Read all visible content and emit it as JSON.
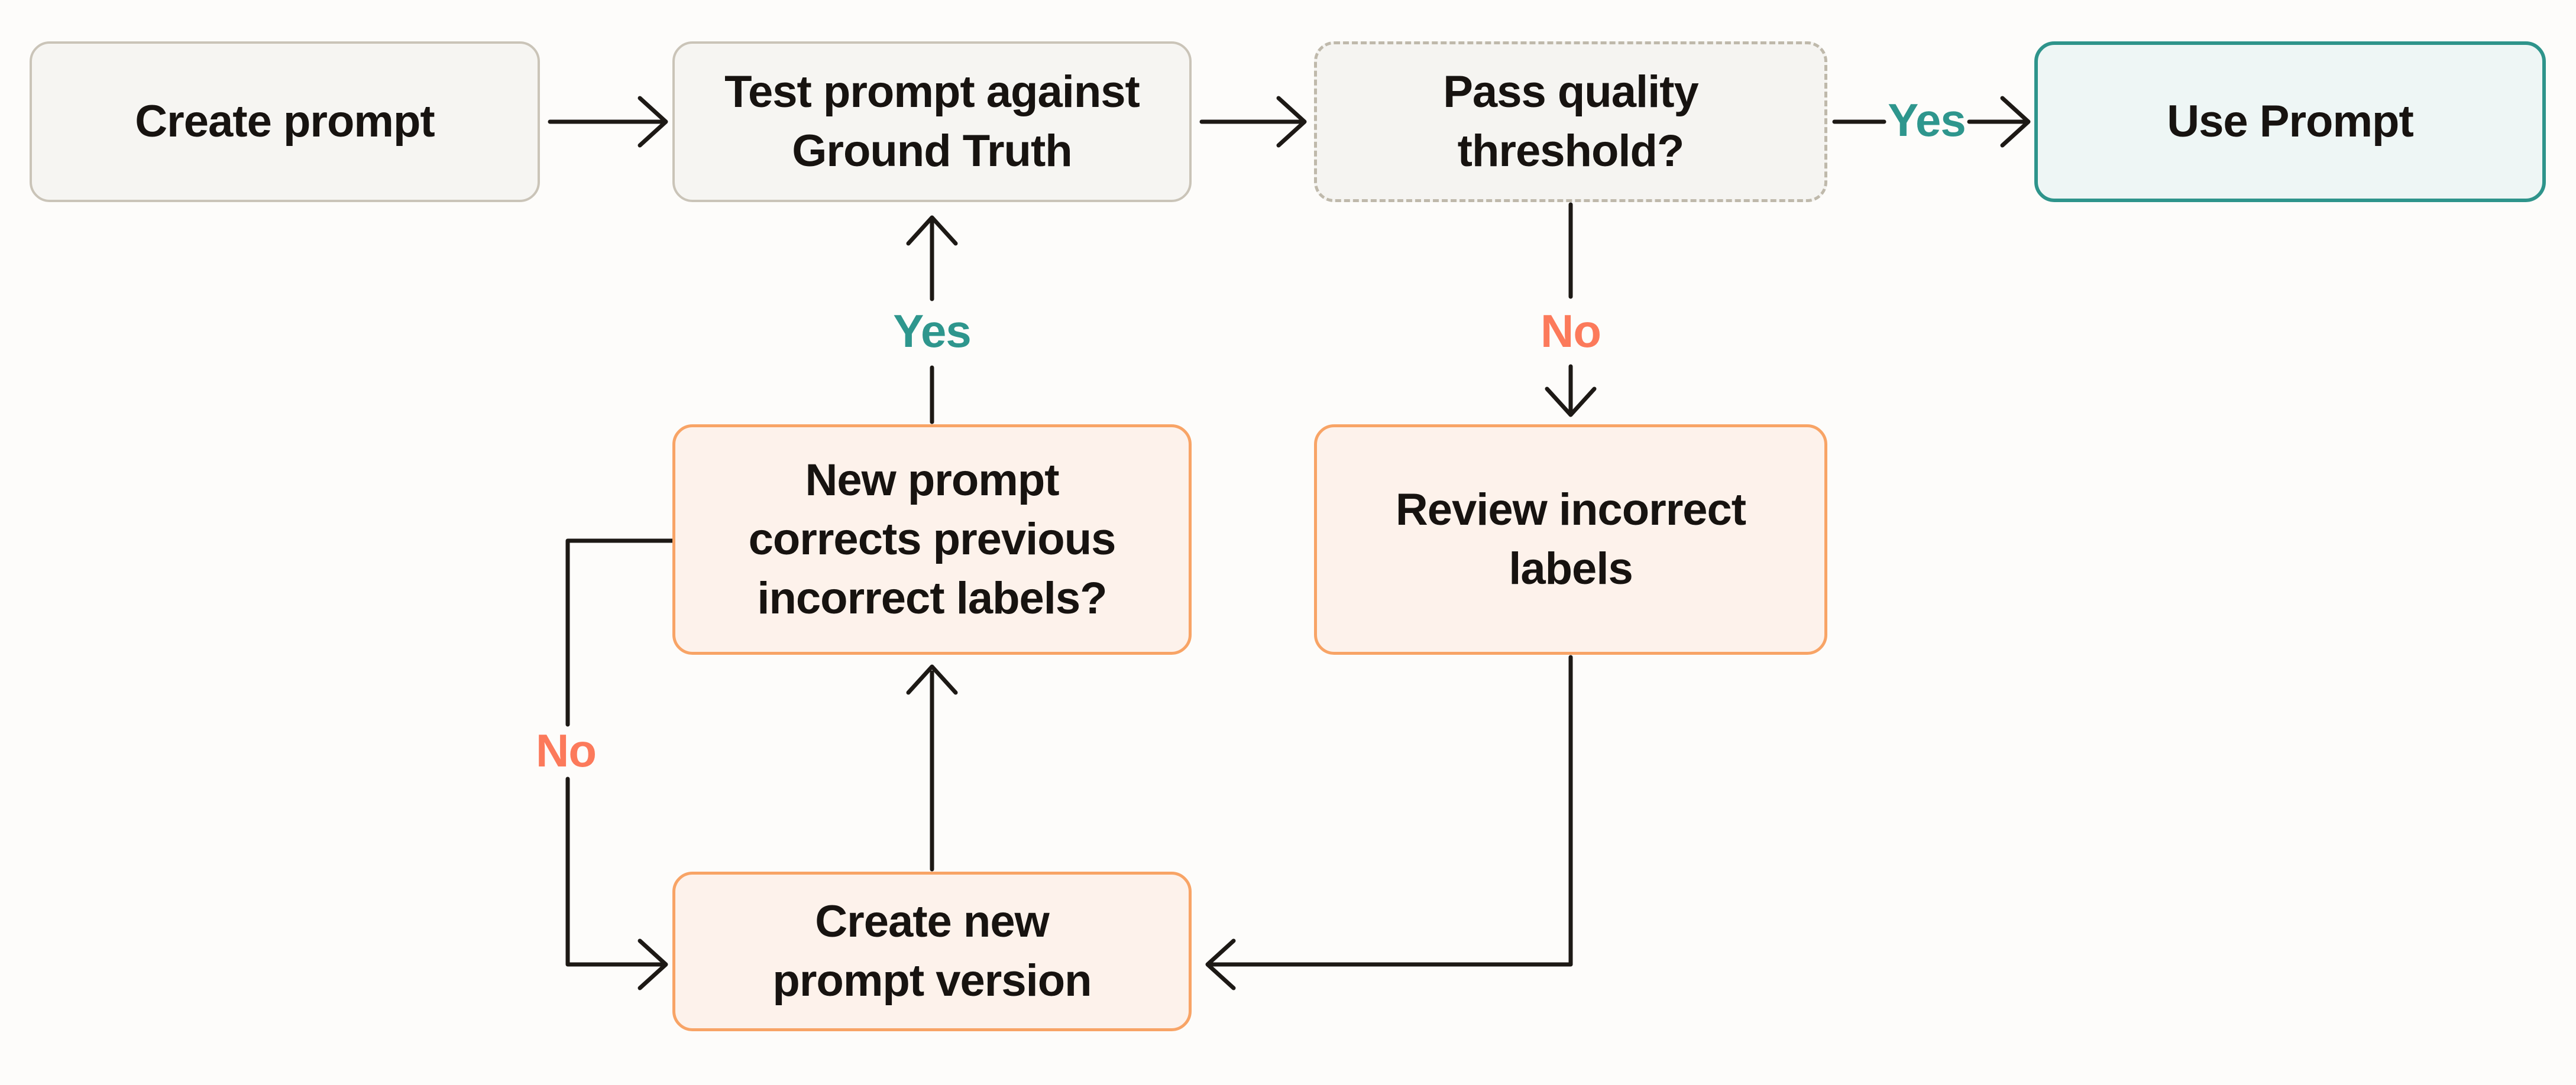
{
  "diagram": {
    "type": "flowchart",
    "colors": {
      "background": "#fdfcfa",
      "neutral_box_fill": "#f6f5f2",
      "neutral_box_border": "#cac4b8",
      "dashed_box_border": "#bfb9ab",
      "teal_box_fill": "#eef6f5",
      "teal_accent": "#2e948b",
      "orange_box_fill": "#fdf2eb",
      "orange_accent": "#f8a466",
      "coral_accent": "#fc7a5b",
      "connector_line": "#1d1915",
      "text": "#171310"
    },
    "nodes": [
      {
        "id": "create-prompt",
        "label": "Create prompt",
        "style": "neutral"
      },
      {
        "id": "test-prompt",
        "label": "Test prompt against\nGround Truth",
        "style": "neutral"
      },
      {
        "id": "pass-threshold",
        "label": "Pass quality\nthreshold?",
        "style": "dashed"
      },
      {
        "id": "use-prompt",
        "label": "Use Prompt",
        "style": "teal"
      },
      {
        "id": "new-prompt-corrects",
        "label": "New prompt\ncorrects previous\nincorrect labels?",
        "style": "orange"
      },
      {
        "id": "review-labels",
        "label": "Review incorrect\nlabels",
        "style": "orange"
      },
      {
        "id": "create-new-version",
        "label": "Create new\nprompt version",
        "style": "orange"
      }
    ],
    "edge_labels": {
      "yes_use_prompt": {
        "text": "Yes",
        "color": "teal"
      },
      "no_review": {
        "text": "No",
        "color": "coral"
      },
      "yes_retest": {
        "text": "Yes",
        "color": "teal"
      },
      "no_new_version": {
        "text": "No",
        "color": "coral"
      }
    }
  }
}
